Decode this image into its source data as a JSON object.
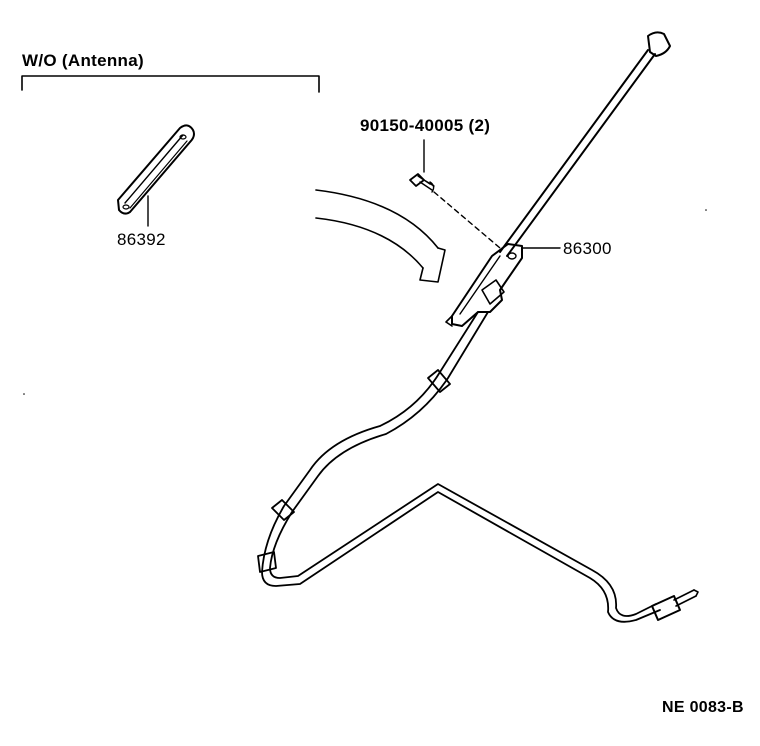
{
  "group_label": "W/O (Antenna)",
  "parts": [
    {
      "number": "86392"
    },
    {
      "number": "90150-40005 (2)"
    },
    {
      "number": "86300"
    }
  ],
  "figure_code": "NE 0083-B",
  "line_color": "#000000",
  "background_color": "#ffffff"
}
